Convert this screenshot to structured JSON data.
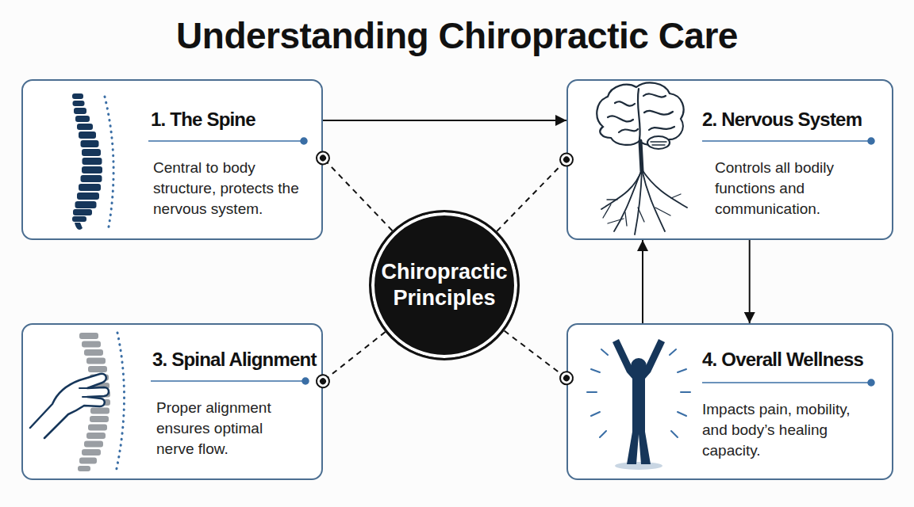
{
  "diagram": {
    "title": "Understanding Chiropractic Care",
    "nodes": [
      {
        "text": [
          "1. The Spine",
          "Central to body structure, protects the nervous system."
        ]
      },
      {
        "text": [
          "2. Nervous System",
          "Controls all bodily functions and communication."
        ]
      },
      {
        "text": [
          "Chiropractic Principles"
        ]
      },
      {
        "text": [
          "3. Spinal Alignment",
          "Proper alignment ensures optimal nerve flow."
        ]
      },
      {
        "text": [
          "4. Overall Wellness",
          "Impacts pain, mobility, and body’s healing capacity."
        ]
      }
    ],
    "edges": [
      {
        "from": 0,
        "to": 1,
        "arrow": "to"
      },
      {
        "from": 1,
        "to": 4,
        "arrow": "to"
      },
      {
        "from": 4,
        "to": 1,
        "arrow": "to"
      },
      {
        "from": 2,
        "to": 0,
        "arrow": "none"
      },
      {
        "from": 2,
        "to": 1,
        "arrow": "none"
      },
      {
        "from": 2,
        "to": 3,
        "arrow": "none"
      },
      {
        "from": 2,
        "to": 4,
        "arrow": "none"
      }
    ]
  }
}
